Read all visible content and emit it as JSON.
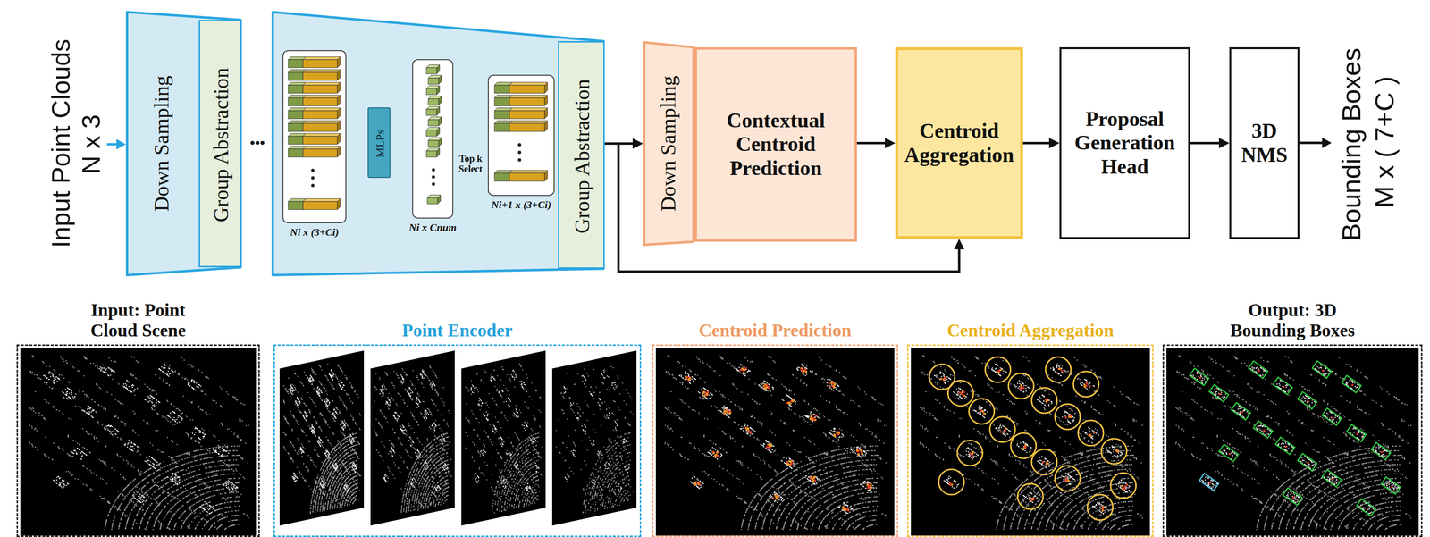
{
  "diagram": {
    "nodes": [
      {
        "text": [
          "Down Sampling"
        ]
      },
      {
        "text": [
          "Group Abstraction"
        ],
        "in": 0
      },
      {
        "text": []
      },
      {
        "text": [
          "Ni x (3+Ci)"
        ],
        "in": 2
      },
      {
        "text": [
          "MLPs"
        ],
        "in": 2
      },
      {
        "text": [
          "Ni x Cnum"
        ],
        "in": 2
      },
      {
        "text": [
          "Ni+1 x (3+Ci)"
        ],
        "in": 2
      },
      {
        "text": [
          "Group Abstraction"
        ],
        "in": 2
      },
      {
        "text": [
          "Down Sampling"
        ]
      },
      {
        "text": [
          "Contextual Centroid Prediction"
        ]
      },
      {
        "text": [
          "Centroid Aggregation"
        ]
      },
      {
        "text": [
          "Proposal Generation Head"
        ]
      },
      {
        "text": [
          "3D NMS"
        ]
      },
      {
        "text": [
          "Input: Point Cloud Scene"
        ]
      },
      {
        "text": [
          "Point Encoder"
        ]
      },
      {
        "text": [
          "Centroid Prediction"
        ]
      },
      {
        "text": [
          "Centroid Aggregation"
        ]
      },
      {
        "text": [
          "Output: 3D Bounding Boxes"
        ]
      }
    ],
    "edges": [
      {
        "from": 3,
        "to": 4,
        "arrow": "to"
      },
      {
        "from": 4,
        "to": 5,
        "arrow": "to"
      },
      {
        "from": 5,
        "to": 6,
        "label": "Top k Select",
        "arrow": "to"
      },
      {
        "from": 3,
        "to": 6,
        "arrow": "to"
      },
      {
        "from": 7,
        "to": 8,
        "arrow": "to"
      },
      {
        "from": 7,
        "to": 10,
        "arrow": "to"
      },
      {
        "from": 9,
        "to": 10,
        "arrow": "to"
      },
      {
        "from": 10,
        "to": 11,
        "arrow": "to"
      },
      {
        "from": 11,
        "to": 12,
        "arrow": "to"
      }
    ],
    "labels": [
      "Input Point Clouds",
      "N x 3",
      "•••",
      "Bounding Boxes",
      "M x ( 7+C )"
    ]
  }
}
